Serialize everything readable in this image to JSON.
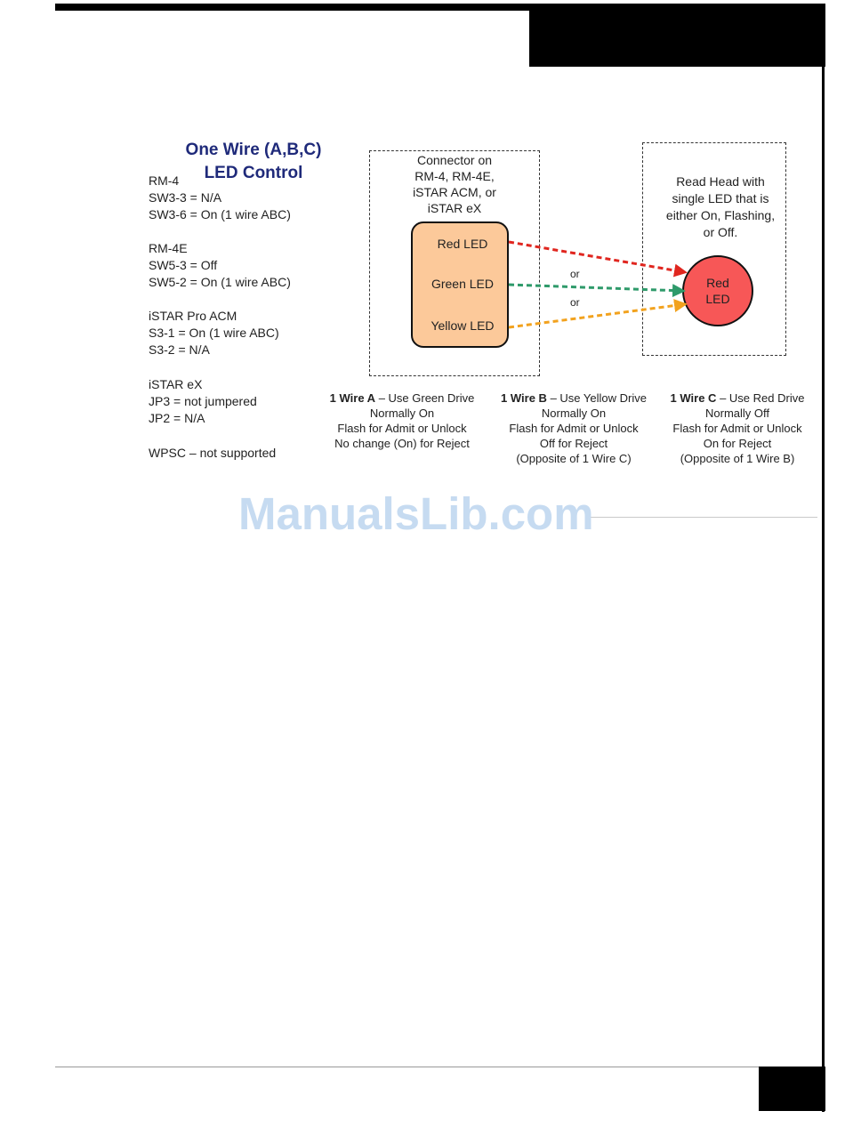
{
  "diagram": {
    "title_line1": "One Wire (A,B,C)",
    "title_line2": "LED Control",
    "config_groups": [
      {
        "lines": [
          "RM-4",
          "SW3-3 = N/A",
          "SW3-6 = On (1 wire ABC)"
        ]
      },
      {
        "lines": [
          "RM-4E",
          "SW5-3 = Off",
          "SW5-2 = On (1 wire ABC)"
        ]
      },
      {
        "lines": [
          "iSTAR Pro ACM",
          "S3-1 = On (1 wire ABC)",
          "S3-2 = N/A"
        ]
      },
      {
        "lines": [
          "iSTAR eX",
          "JP3 = not jumpered",
          "JP2 = N/A"
        ]
      },
      {
        "lines": [
          "WPSC – not supported"
        ]
      }
    ],
    "connector_title": [
      "Connector on",
      "RM-4, RM-4E,",
      "iSTAR ACM, or",
      "iSTAR eX"
    ],
    "led_labels": [
      "Red LED",
      "Green LED",
      "Yellow LED"
    ],
    "or_labels": [
      "or",
      "or"
    ],
    "read_head_title": [
      "Read Head with",
      "single LED that is",
      "either On, Flashing,",
      "or Off."
    ],
    "red_led_label": [
      "Red",
      "LED"
    ],
    "modes": [
      {
        "name": "1 Wire A",
        "headline": " – Use Green Drive",
        "lines": [
          "Normally On",
          "Flash for Admit or Unlock",
          "No change (On) for Reject"
        ]
      },
      {
        "name": "1 Wire B",
        "headline": " – Use Yellow Drive",
        "lines": [
          "Normally On",
          "Flash for Admit or Unlock",
          "Off for Reject",
          "(Opposite of 1 Wire C)"
        ]
      },
      {
        "name": "1 Wire C",
        "headline": " – Use Red Drive",
        "lines": [
          "Normally Off",
          "Flash for Admit or Unlock",
          "On for Reject",
          "(Opposite of 1 Wire B)"
        ]
      }
    ],
    "colors": {
      "red_arrow": "#e0261f",
      "green_arrow": "#2e9a6a",
      "yellow_arrow": "#f2a21e",
      "led_box": "#fcc99a",
      "red_led": "#f75757",
      "title": "#1f2a7a"
    }
  },
  "watermark": "ManualsLib.com"
}
